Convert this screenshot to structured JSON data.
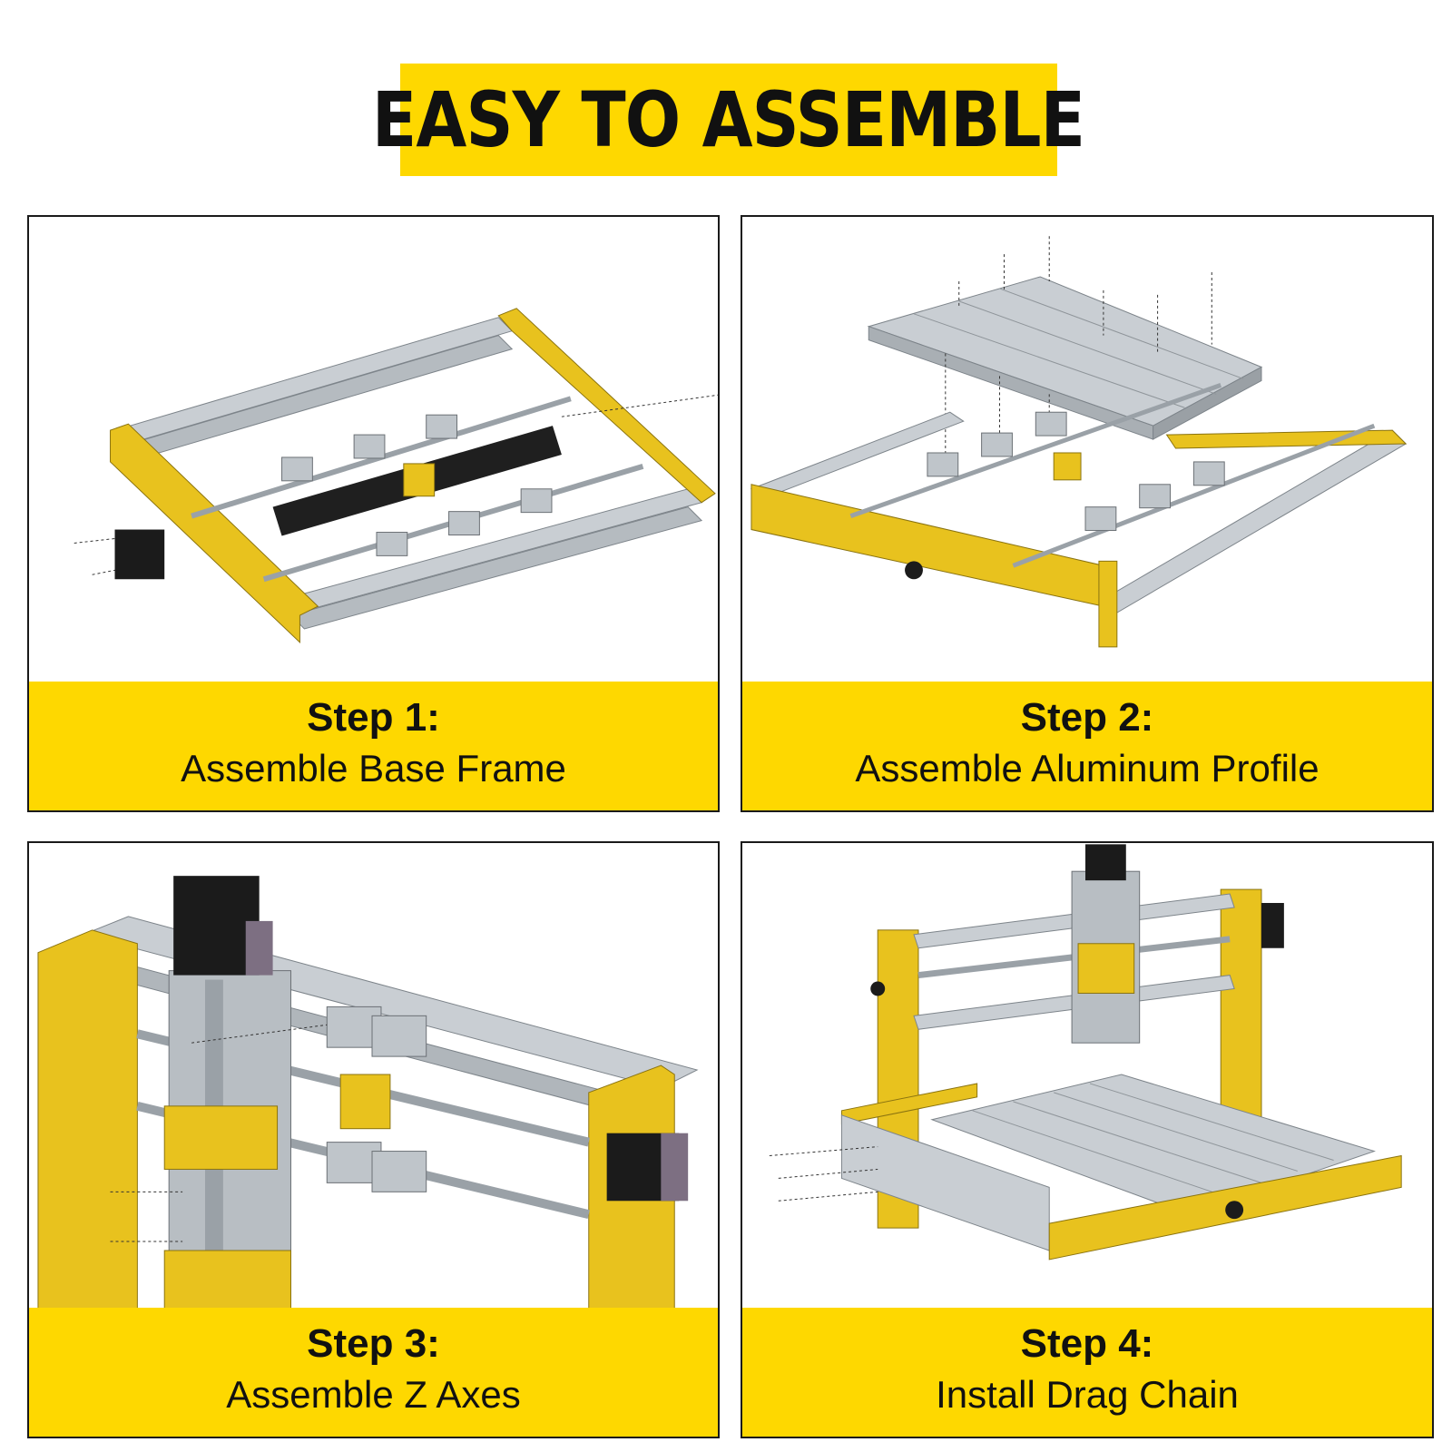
{
  "title": "EASY TO ASSEMBLE",
  "steps": [
    {
      "label": "Step 1:",
      "description": "Assemble Base Frame"
    },
    {
      "label": "Step 2:",
      "description": "Assemble Aluminum Profile"
    },
    {
      "label": "Step 3:",
      "description": "Assemble Z Axes"
    },
    {
      "label": "Step 4:",
      "description": "Install Drag Chain"
    }
  ],
  "colors": {
    "accent": "#fed800",
    "frame": "#e8c21e",
    "aluminum": "#c9ced3",
    "motor": "#1b1b1b"
  }
}
